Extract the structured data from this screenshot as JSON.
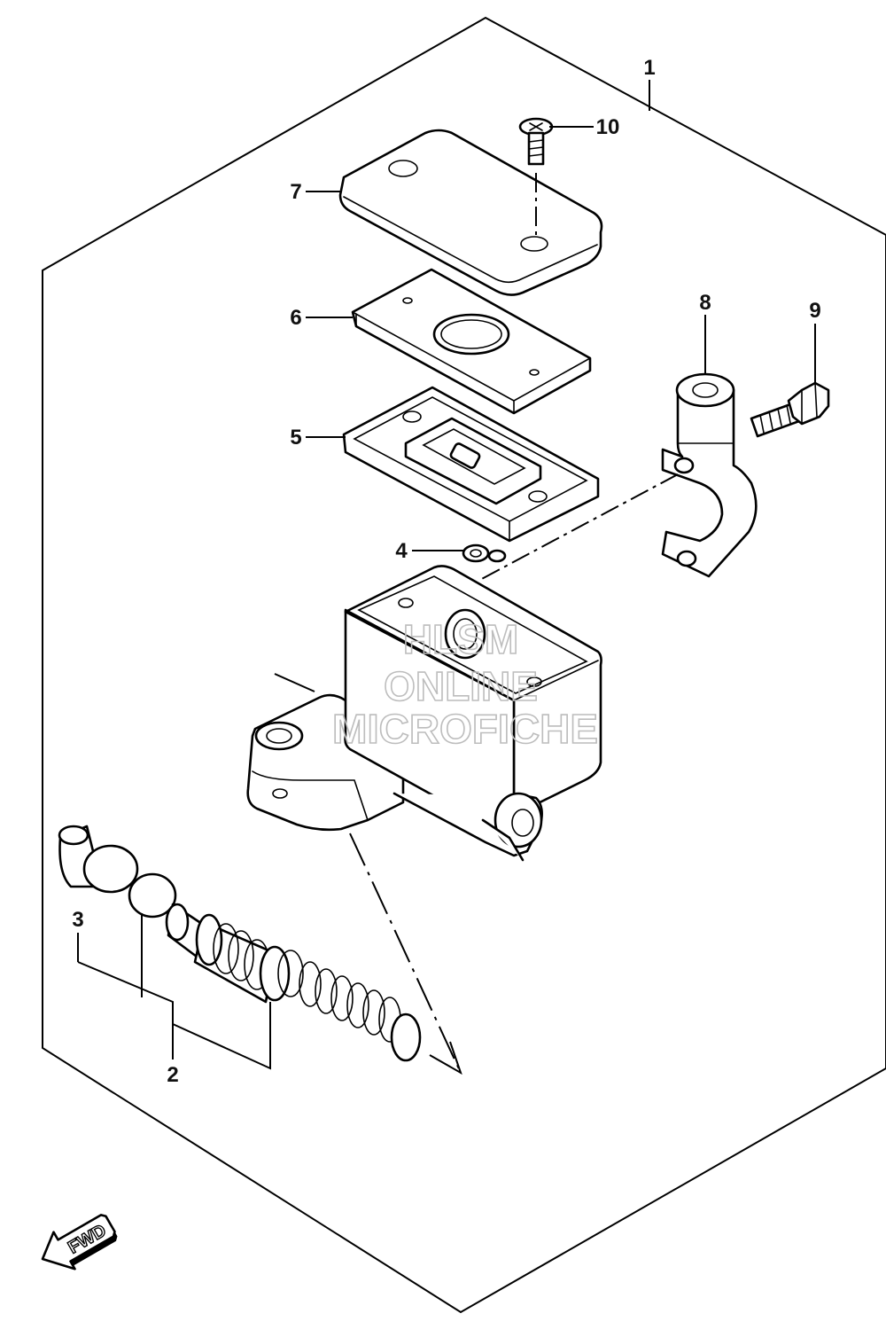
{
  "callouts": {
    "c1": "1",
    "c2": "2",
    "c3": "3",
    "c4": "4",
    "c5": "5",
    "c6": "6",
    "c7": "7",
    "c8": "8",
    "c9": "9",
    "c10": "10"
  },
  "watermark": {
    "line1": "HLSM",
    "line2": "ONLINE",
    "line3": "MICROFICHE"
  },
  "direction_arrow": {
    "label": "FWD",
    "icon": "fwd-arrow-icon"
  },
  "colors": {
    "line": "#000000",
    "background": "#ffffff",
    "watermark": "#bdbdbd"
  }
}
